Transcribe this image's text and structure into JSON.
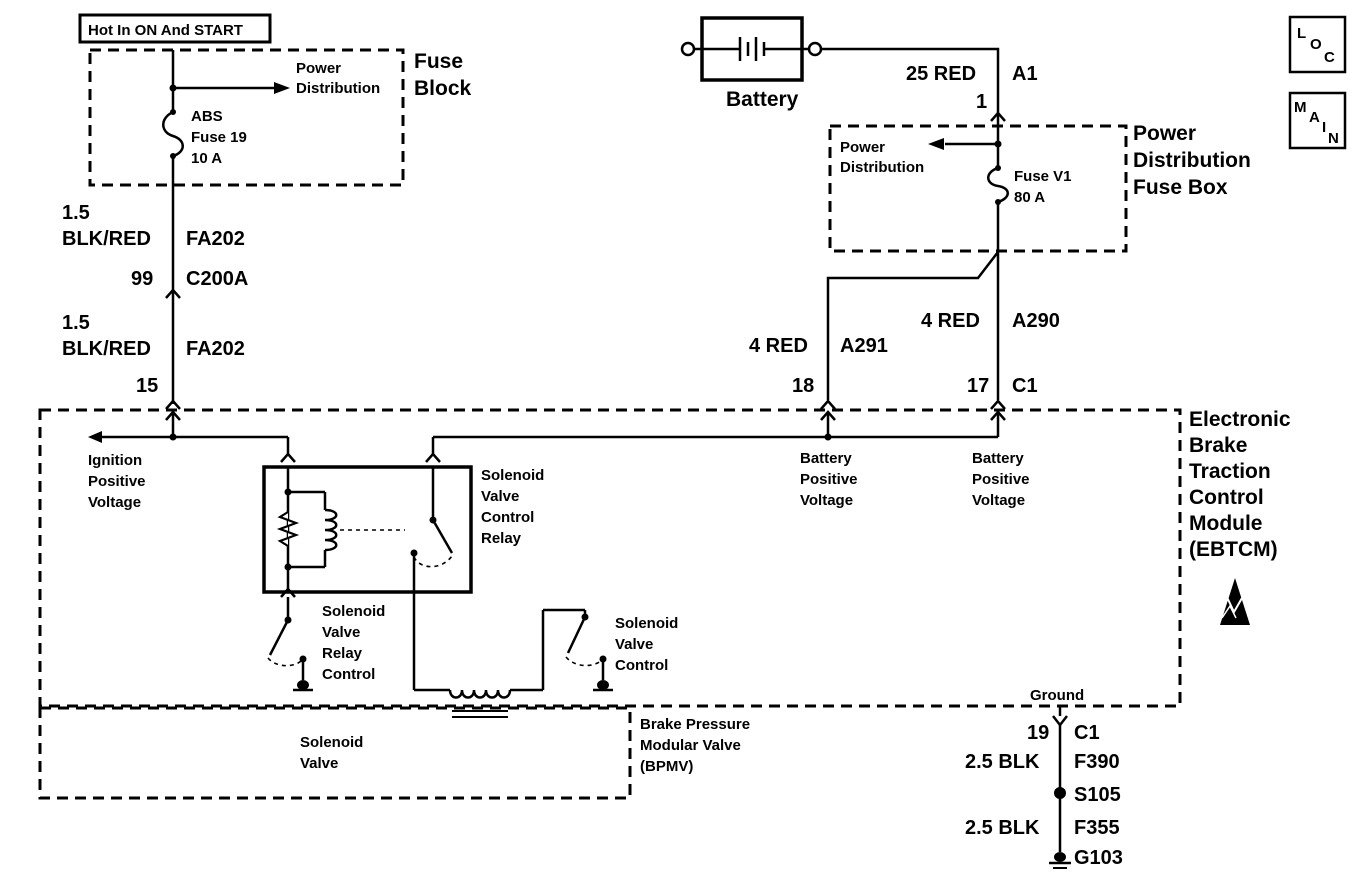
{
  "top_fuse": {
    "hot_label": "Hot In ON And START",
    "block_title_1": "Fuse",
    "block_title_2": "Block",
    "pd_1": "Power",
    "pd_2": "Distribution",
    "fuse_1": "ABS",
    "fuse_2": "Fuse 19",
    "fuse_3": "10 A"
  },
  "left_wires": {
    "w1_gauge": "1.5",
    "w1_color": "BLK/RED",
    "w1_circuit": "FA202",
    "conn_pin": "99",
    "conn_name": "C200A",
    "w2_gauge": "1.5",
    "w2_color": "BLK/RED",
    "w2_circuit": "FA202",
    "pin_15": "15"
  },
  "battery": {
    "label": "Battery",
    "w_color": "25 RED",
    "w_circuit": "A1",
    "pin": "1"
  },
  "pdfb": {
    "title_1": "Power",
    "title_2": "Distribution",
    "title_3": "Fuse Box",
    "pd_1": "Power",
    "pd_2": "Distribution",
    "fuse_1": "Fuse V1",
    "fuse_2": "80 A"
  },
  "right_wires": {
    "a291_color": "4 RED",
    "a291_circuit": "A291",
    "a290_color": "4 RED",
    "a290_circuit": "A290",
    "pin_18": "18",
    "pin_17": "17",
    "conn_c1": "C1"
  },
  "ebtcm": {
    "title_1": "Electronic",
    "title_2": "Brake",
    "title_3": "Traction",
    "title_4": "Control",
    "title_5": "Module",
    "title_6": "(EBTCM)",
    "ign_1": "Ignition",
    "ign_2": "Positive",
    "ign_3": "Voltage",
    "bat1_1": "Battery",
    "bat1_2": "Positive",
    "bat1_3": "Voltage",
    "bat2_1": "Battery",
    "bat2_2": "Positive",
    "bat2_3": "Voltage",
    "relay_1": "Solenoid",
    "relay_2": "Valve",
    "relay_3": "Control",
    "relay_4": "Relay",
    "src_1": "Solenoid",
    "src_2": "Valve",
    "src_3": "Relay",
    "src_4": "Control",
    "svc_1": "Solenoid",
    "svc_2": "Valve",
    "svc_3": "Control",
    "ground": "Ground"
  },
  "bpmv": {
    "sol_1": "Solenoid",
    "sol_2": "Valve",
    "title_1": "Brake Pressure",
    "title_2": "Modular Valve",
    "title_3": "(BPMV)"
  },
  "ground_wires": {
    "pin_19": "19",
    "conn_c1": "C1",
    "w1_color": "2.5 BLK",
    "w1_circuit": "F390",
    "splice": "S105",
    "w2_color": "2.5 BLK",
    "w2_circuit": "F355",
    "ground": "G103"
  },
  "corner_icons": {
    "loc_l": "L",
    "loc_o": "O",
    "loc_c": "C",
    "main_m": "M",
    "main_a": "A",
    "main_i": "I",
    "main_n": "N"
  }
}
